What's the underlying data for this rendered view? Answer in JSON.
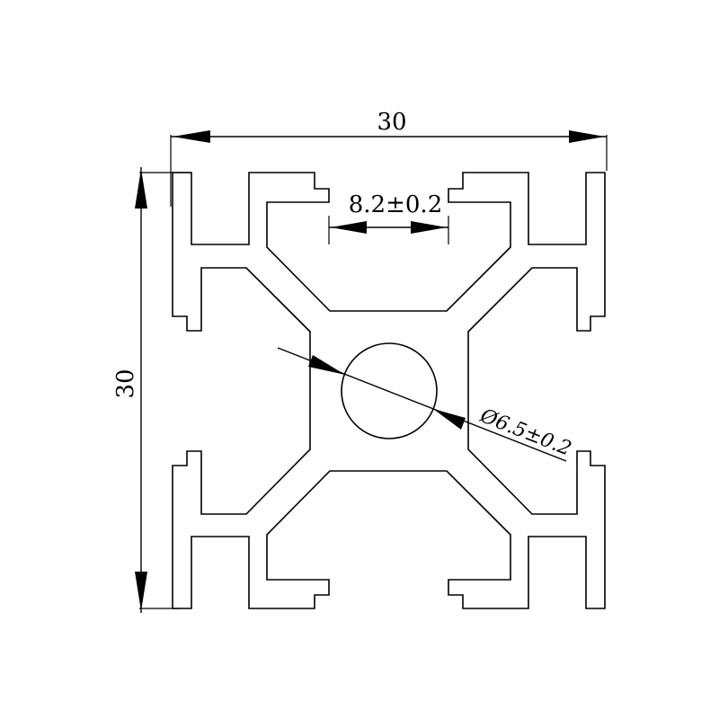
{
  "drawing": {
    "dimensions": {
      "overall_width": "30",
      "overall_height": "30",
      "slot_width": "8.2±0.2",
      "center_bore": "Ø6.5±0.2"
    }
  }
}
